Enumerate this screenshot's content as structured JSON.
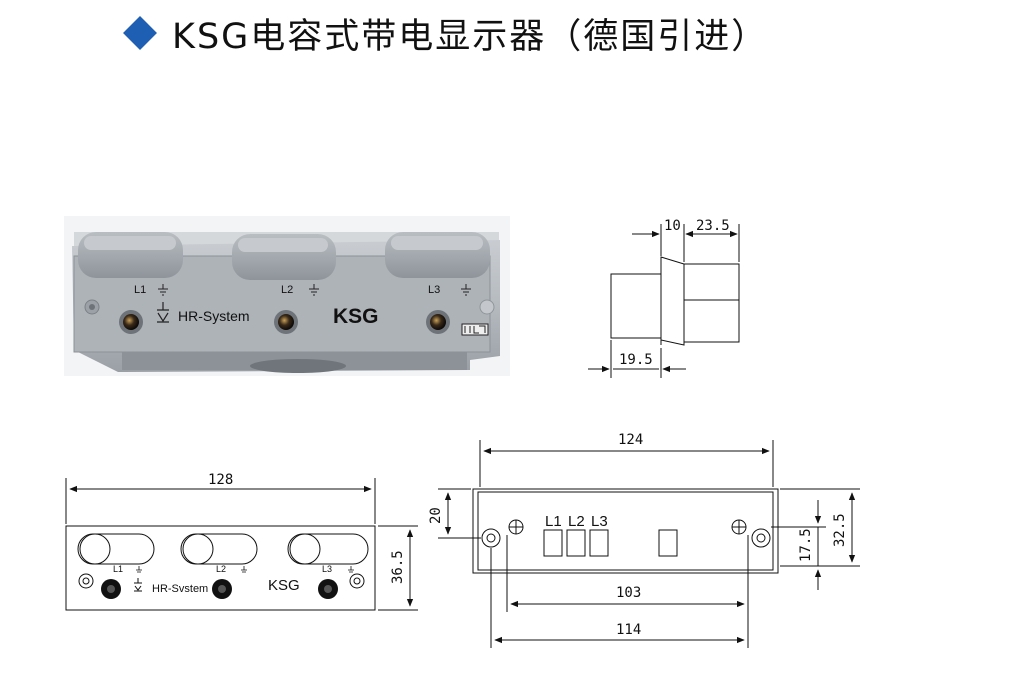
{
  "title": {
    "text": "KSG电容式带电显示器（德国引进）",
    "bullet_icon": "diamond-icon",
    "bullet_color": "#1e5fb3"
  },
  "photo": {
    "phase_labels": [
      "L1",
      "L2",
      "L3"
    ],
    "brand_text": "HR-System",
    "model_text": "KSG"
  },
  "side_view": {
    "dim_top_left": "10",
    "dim_top_right": "23.5",
    "dim_bottom": "19.5"
  },
  "front_view": {
    "dim_width": "128",
    "dim_height": "36.5",
    "phase_labels": [
      "L1",
      "L2",
      "L3"
    ],
    "brand_text": "HR-Svstem",
    "model_text": "KSG"
  },
  "mount_view": {
    "dim_width": "124",
    "dim_hole_span_inner": "103",
    "dim_hole_span_outer": "114",
    "dim_top_offset": "20",
    "dim_height_inner": "17.5",
    "dim_height_outer": "32.5",
    "phase_labels": [
      "L1",
      "L2",
      "L3"
    ]
  }
}
